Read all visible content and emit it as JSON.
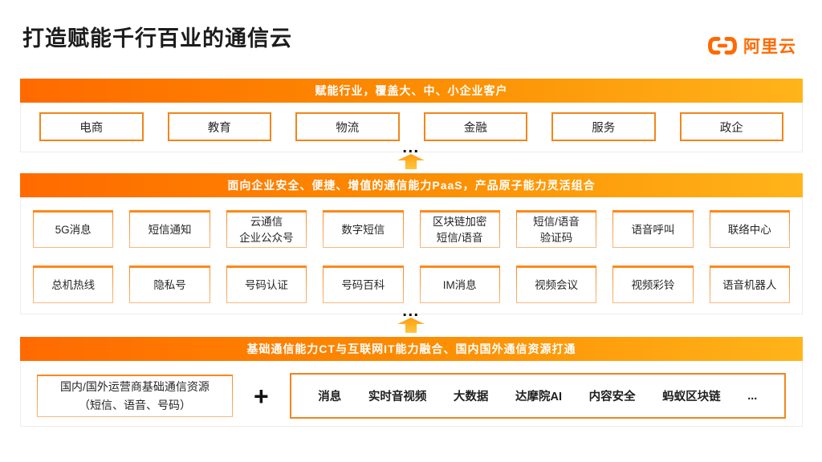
{
  "header": {
    "title": "打造赋能千行百业的通信云",
    "logo_text": "阿里云"
  },
  "colors": {
    "brand_orange": "#FF6A00",
    "banner_gradient_start": "#FF6A00",
    "banner_gradient_end": "#FFB41A",
    "box_border_orange": "#F0861B",
    "arrow_gradient_start": "#FF9C12",
    "arrow_gradient_end": "#FFC83D"
  },
  "connector": {
    "dots": "..."
  },
  "industries": {
    "banner": "赋能行业，覆盖大、中、小企业客户",
    "items": [
      "电商",
      "教育",
      "物流",
      "金融",
      "服务",
      "政企"
    ]
  },
  "paas": {
    "banner": "面向企业安全、便捷、增值的通信能力PaaS，产品原子能力灵活组合",
    "row1": [
      "5G消息",
      "短信通知",
      "云通信\n企业公众号",
      "数字短信",
      "区块链加密\n短信/语音",
      "短信/语音\n验证码",
      "语音呼叫",
      "联络中心"
    ],
    "row2": [
      "总机热线",
      "隐私号",
      "号码认证",
      "号码百科",
      "IM消息",
      "视频会议",
      "视频彩铃",
      "语音机器人"
    ]
  },
  "foundation": {
    "banner": "基础通信能力CT与互联网IT能力融合、国内国外通信资源打通",
    "resource_box": "国内/国外运营商基础通信资源\n（短信、语音、号码）",
    "plus": "+",
    "capabilities": [
      "消息",
      "实时音视频",
      "大数据",
      "达摩院AI",
      "内容安全",
      "蚂蚁区块链",
      "..."
    ]
  }
}
